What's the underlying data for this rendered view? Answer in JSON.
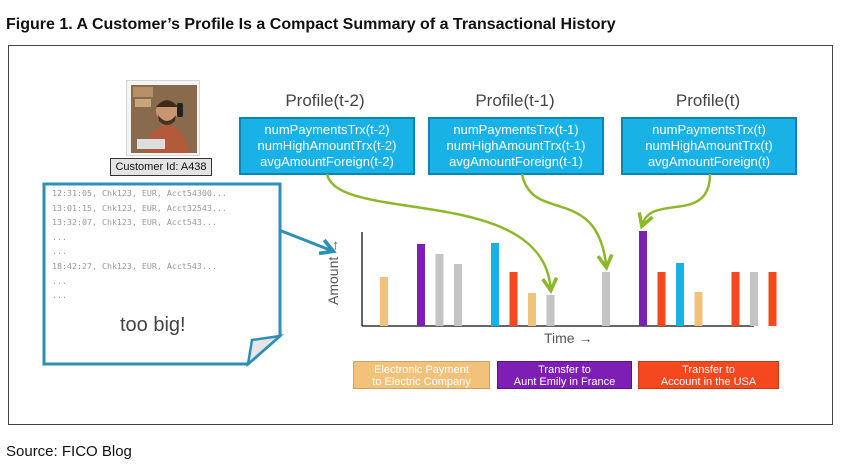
{
  "figure": {
    "title": "Figure 1. A Customer’s Profile Is a Compact Summary of a Transactional History",
    "source": "Source: FICO Blog"
  },
  "customer": {
    "id_label": "Customer Id: A438"
  },
  "profiles": [
    {
      "title": "Profile(t-2)",
      "fields": [
        "numPaymentsTrx(t-2)",
        "numHighAmountTrx(t-2)",
        "avgAmountForeign(t-2)"
      ]
    },
    {
      "title": "Profile(t-1)",
      "fields": [
        "numPaymentsTrx(t-1)",
        "numHighAmountTrx(t-1)",
        "avgAmountForeign(t-1)"
      ]
    },
    {
      "title": "Profile(t)",
      "fields": [
        "numPaymentsTrx(t)",
        "numHighAmountTrx(t)",
        "avgAmountForeign(t)"
      ]
    }
  ],
  "transaction_log": {
    "lines": [
      "12:31:05, Chk123, EUR, Acct54300...",
      "13:01:15, Chk123, EUR, Acct32543...",
      "13:32:07, Chk123, EUR, Acct543...",
      "...",
      "...",
      "18:42:27, Chk123, EUR, Acct543...",
      "...",
      "..."
    ],
    "note": "too big!"
  },
  "chart": {
    "y_label": "Amount",
    "x_label": "Time",
    "arrow_glyph": "→",
    "colors": {
      "orange": "#f2c27a",
      "purple": "#7d1eb5",
      "gray": "#c4c4c4",
      "blue": "#17b1e6",
      "red": "#f5481e",
      "profile_arrow": "#8db82c",
      "callout_arrow": "#2c8fb6"
    },
    "bars": [
      {
        "t": 1,
        "amount": 0.49,
        "color": "orange"
      },
      {
        "t": 3,
        "amount": 0.82,
        "color": "purple"
      },
      {
        "t": 4,
        "amount": 0.72,
        "color": "gray"
      },
      {
        "t": 5,
        "amount": 0.62,
        "color": "gray"
      },
      {
        "t": 7,
        "amount": 0.83,
        "color": "blue"
      },
      {
        "t": 8,
        "amount": 0.54,
        "color": "red"
      },
      {
        "t": 9,
        "amount": 0.33,
        "color": "orange"
      },
      {
        "t": 10,
        "amount": 0.31,
        "color": "gray"
      },
      {
        "t": 13,
        "amount": 0.54,
        "color": "gray"
      },
      {
        "t": 15,
        "amount": 0.95,
        "color": "purple"
      },
      {
        "t": 16,
        "amount": 0.54,
        "color": "red"
      },
      {
        "t": 17,
        "amount": 0.63,
        "color": "blue"
      },
      {
        "t": 18,
        "amount": 0.34,
        "color": "orange"
      },
      {
        "t": 20,
        "amount": 0.54,
        "color": "red"
      },
      {
        "t": 21,
        "amount": 0.54,
        "color": "gray"
      },
      {
        "t": 22,
        "amount": 0.54,
        "color": "red"
      }
    ],
    "profile_links": [
      {
        "profile": 0,
        "bar_t": 10
      },
      {
        "profile": 1,
        "bar_t": 13
      },
      {
        "profile": 2,
        "bar_t": 15
      }
    ]
  },
  "legend": [
    {
      "lines": [
        "Electronic Payment",
        "to Electric Company"
      ],
      "color": "orange"
    },
    {
      "lines": [
        "Transfer to",
        "Aunt Emily in France"
      ],
      "color": "purple"
    },
    {
      "lines": [
        "Transfer to",
        "Account in the USA"
      ],
      "color": "red"
    }
  ]
}
